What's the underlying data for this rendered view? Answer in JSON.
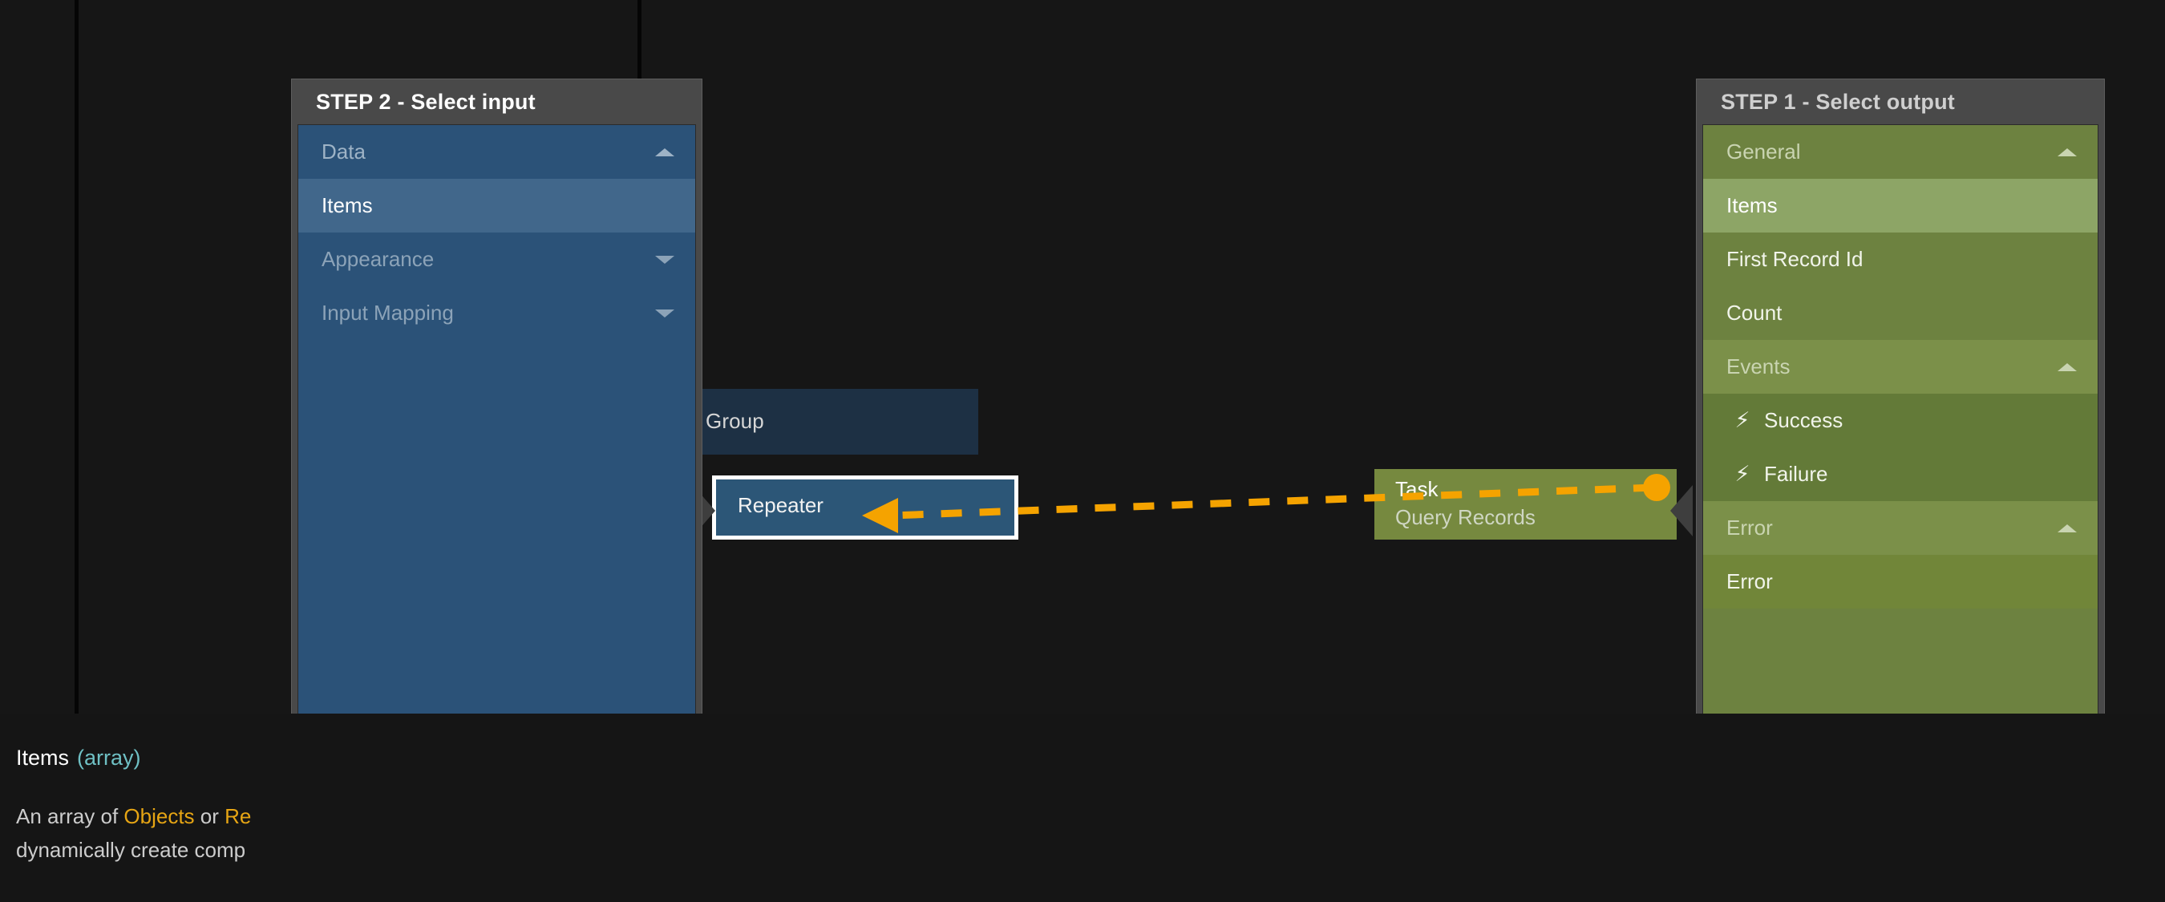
{
  "canvas": {
    "nodes": [
      {
        "name": "group-node",
        "title": "Group",
        "subtitle": ""
      },
      {
        "name": "repeater-node",
        "title": "Repeater",
        "subtitle": ""
      },
      {
        "name": "task-node",
        "title": "Task",
        "subtitle": "Query Records"
      }
    ],
    "connector": {
      "color": "#f5a300",
      "style": "dashed",
      "from": "task-node-output-port",
      "to": "repeater-node"
    }
  },
  "input_panel": {
    "title": "STEP 2 - Select input",
    "accent": "#2b5278",
    "rows": [
      {
        "label": "Data",
        "kind": "group-head",
        "caret": "up",
        "selected": false
      },
      {
        "label": "Items",
        "kind": "item",
        "caret": "",
        "selected": true
      },
      {
        "label": "Appearance",
        "kind": "group-head",
        "caret": "down",
        "selected": false
      },
      {
        "label": "Input Mapping",
        "kind": "group-head",
        "caret": "down",
        "selected": false
      }
    ]
  },
  "output_panel": {
    "title": "STEP 1 - Select output",
    "accent": "#6d8240",
    "rows": [
      {
        "label": "General",
        "kind": "group-head",
        "caret": "up",
        "selected": false,
        "icon": ""
      },
      {
        "label": "Items",
        "kind": "item",
        "caret": "",
        "selected": true,
        "icon": ""
      },
      {
        "label": "First Record Id",
        "kind": "item",
        "caret": "",
        "selected": false,
        "icon": ""
      },
      {
        "label": "Count",
        "kind": "item",
        "caret": "",
        "selected": false,
        "icon": ""
      },
      {
        "label": "Events",
        "kind": "group-head",
        "caret": "up",
        "selected": false,
        "icon": ""
      },
      {
        "label": "Success",
        "kind": "event",
        "caret": "",
        "selected": false,
        "icon": "bolt-icon"
      },
      {
        "label": "Failure",
        "kind": "event",
        "caret": "",
        "selected": false,
        "icon": "bolt-icon"
      },
      {
        "label": "Error",
        "kind": "group-head-alt",
        "caret": "up",
        "selected": false,
        "icon": ""
      },
      {
        "label": "Error",
        "kind": "error-item",
        "caret": "",
        "selected": false,
        "icon": ""
      }
    ]
  },
  "info": {
    "name": "Items",
    "type": "(array)",
    "description_parts": [
      {
        "text": "An array of ",
        "style": "normal"
      },
      {
        "text": "Objects",
        "style": "keyword"
      },
      {
        "text": " or ",
        "style": "normal"
      },
      {
        "text": "Re",
        "style": "keyword"
      },
      {
        "text": "\ndynamically create comp",
        "style": "normal"
      }
    ],
    "description_line1_a": "An array of ",
    "description_line1_b": "Objects",
    "description_line1_c": " or ",
    "description_line1_d": "Re",
    "description_line2": "dynamically create comp"
  },
  "icons": {
    "bolt": "⚡",
    "caret_up": "caret-up-icon",
    "caret_down": "caret-down-icon"
  }
}
